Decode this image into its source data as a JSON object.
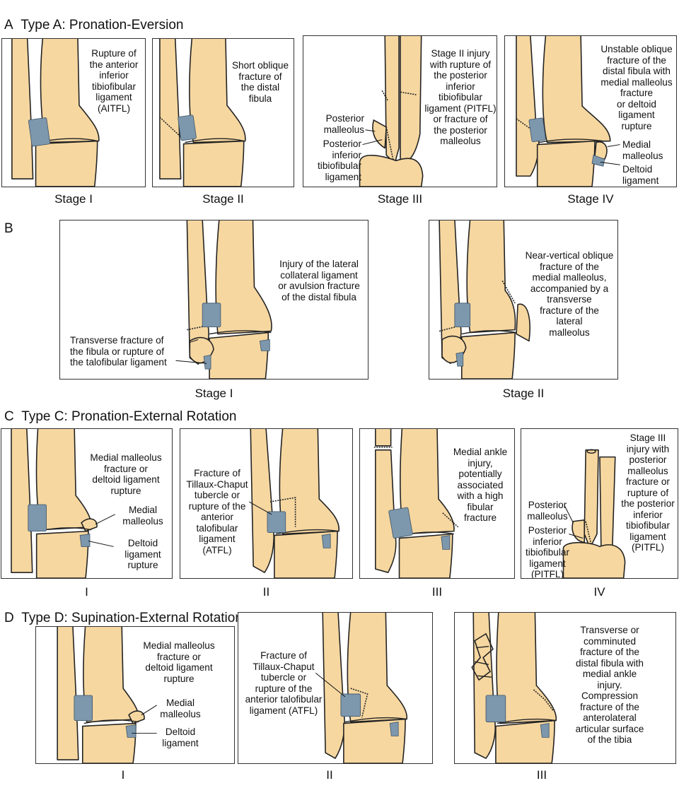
{
  "sections": {
    "A": {
      "letter": "A",
      "title": "Type A: Pronation-Eversion"
    },
    "B": {
      "letter": "B",
      "title": ""
    },
    "C": {
      "letter": "C",
      "title": "Type C: Pronation-External Rotation"
    },
    "D": {
      "letter": "D",
      "title": "Type D: Supination-External Rotation"
    }
  },
  "panels": {
    "a1": {
      "stage": "Stage I",
      "desc": [
        "Rupture of",
        "the anterior",
        "inferior",
        "tibiofibular",
        "ligament",
        "(AITFL)"
      ]
    },
    "a2": {
      "stage": "Stage II",
      "desc": [
        "Short oblique",
        "fracture of",
        "the distal",
        "fibula"
      ]
    },
    "a3": {
      "stage": "Stage III",
      "desc": [
        "Stage II injury",
        "with rupture of",
        "the posterior",
        "inferior",
        "tibiofibular",
        "ligament (PITFL)",
        "or fracture of",
        "the posterior",
        "malleolus"
      ],
      "label1": [
        "Posterior",
        "malleolus"
      ],
      "label2": [
        "Posterior",
        "inferior",
        "tibiofibular",
        "ligament"
      ]
    },
    "a4": {
      "stage": "Stage IV",
      "desc": [
        "Unstable oblique",
        "fracture of the",
        "distal fibula with",
        "medial malleolus",
        "fracture",
        "or deltoid",
        "ligament",
        "rupture"
      ],
      "label1": [
        "Medial",
        "malleolus"
      ],
      "label2": [
        "Deltoid",
        "ligament"
      ]
    },
    "b1": {
      "stage": "Stage I",
      "desc": [
        "Injury of the lateral",
        "collateral ligament",
        "or avulsion fracture",
        "of the distal fibula"
      ],
      "label1": [
        "Transverse fracture of",
        "the fibula or rupture of",
        "the talofibular ligament"
      ]
    },
    "b2": {
      "stage": "Stage II",
      "desc": [
        "Near-vertical oblique",
        "fracture of the",
        "medial malleolus,",
        "accompanied by a",
        "transverse",
        "fracture of the",
        "lateral",
        "malleolus"
      ]
    },
    "c1": {
      "stage": "I",
      "desc": [
        "Medial malleolus",
        "fracture or",
        "deltoid ligament",
        "rupture"
      ],
      "label1": [
        "Medial",
        "malleolus"
      ],
      "label2": [
        "Deltoid",
        "ligament",
        "rupture"
      ]
    },
    "c2": {
      "stage": "II",
      "desc": [
        "Fracture of",
        "Tillaux-Chaput",
        "tubercle or",
        "rupture of the",
        "anterior",
        "talofibular",
        "ligament",
        "(ATFL)"
      ]
    },
    "c3": {
      "stage": "III",
      "desc": [
        "Medial ankle",
        "injury,",
        "potentially",
        "associated",
        "with a high",
        "fibular",
        "fracture"
      ]
    },
    "c4": {
      "stage": "IV",
      "desc": [
        "Stage III",
        "injury with",
        "posterior",
        "malleolus",
        "fracture or",
        "rupture of",
        "the posterior",
        "inferior",
        "tibiofibular",
        "ligament",
        "(PITFL)"
      ],
      "label1": [
        "Posterior",
        "malleolus"
      ],
      "label2": [
        "Posterior",
        "inferior",
        "tibiofibular",
        "ligament",
        "(PITFL)"
      ]
    },
    "d1": {
      "stage": "I",
      "desc": [
        "Medial malleolus",
        "fracture or",
        "deltoid ligament",
        "rupture"
      ],
      "label1": [
        "Medial",
        "malleolus"
      ],
      "label2": [
        "Deltoid",
        "ligament"
      ]
    },
    "d2": {
      "stage": "II",
      "desc": [
        "Fracture of",
        "Tillaux-Chaput",
        "tubercle or",
        "rupture of the",
        "anterior talofibular",
        "ligament (ATFL)"
      ]
    },
    "d3": {
      "stage": "III",
      "desc": [
        "Transverse or",
        "comminuted",
        "fracture of the",
        "distal fibula with",
        "medial ankle",
        "injury.",
        "Compression",
        "fracture of the",
        "anterolateral",
        "articular surface",
        "of the tibia"
      ]
    }
  }
}
